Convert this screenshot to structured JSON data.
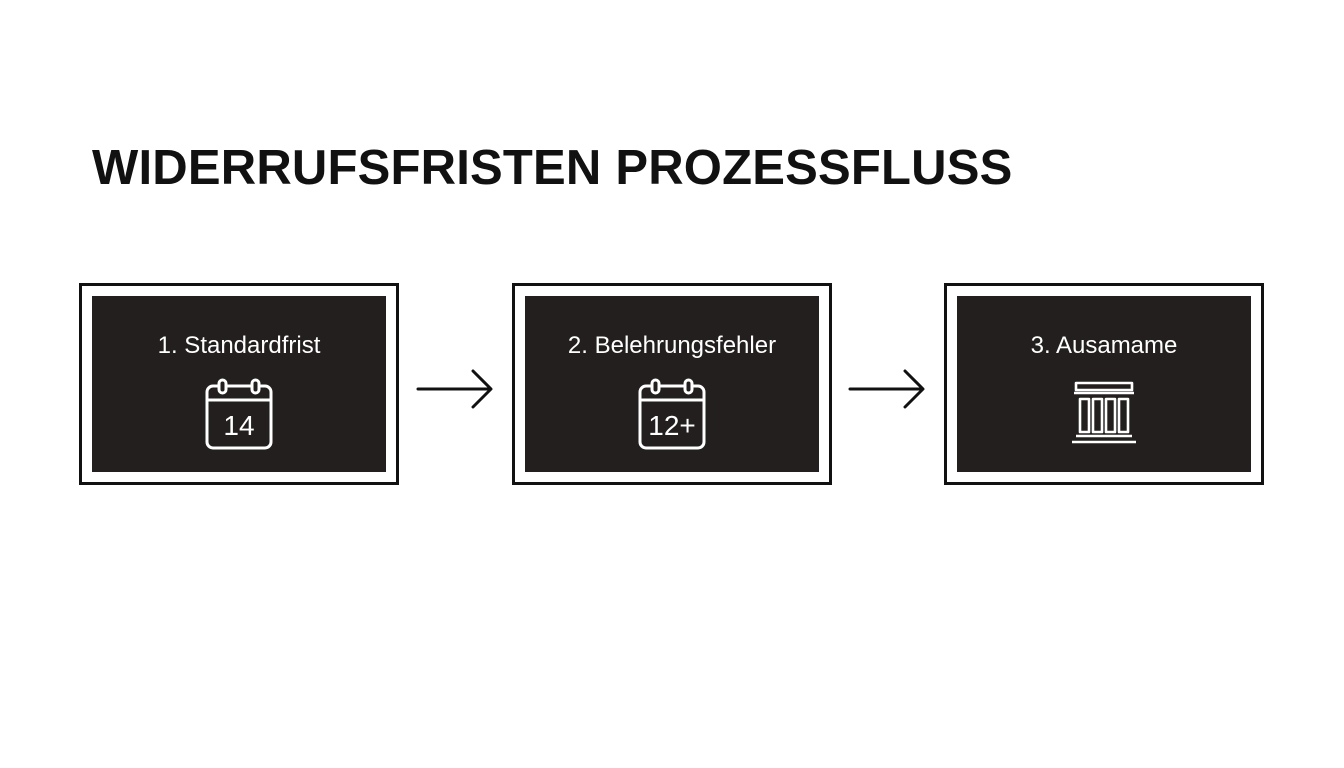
{
  "title": "WIDERRUFSFRISTEN PROZESSFLUSS",
  "colors": {
    "page_background": "#ffffff",
    "card_background": "#231f1e",
    "frame_border": "#111111",
    "card_text": "#ffffff",
    "arrow": "#111111"
  },
  "steps": [
    {
      "label": "1. Standardfrist",
      "icon": "calendar-icon",
      "icon_text": "14"
    },
    {
      "label": "2. Belehrungsfehler",
      "icon": "calendar-icon",
      "icon_text": "12+"
    },
    {
      "label": "3. Ausamame",
      "icon": "courthouse-icon"
    }
  ],
  "connectors": [
    {
      "icon": "arrow-right-icon"
    },
    {
      "icon": "arrow-right-icon"
    }
  ]
}
